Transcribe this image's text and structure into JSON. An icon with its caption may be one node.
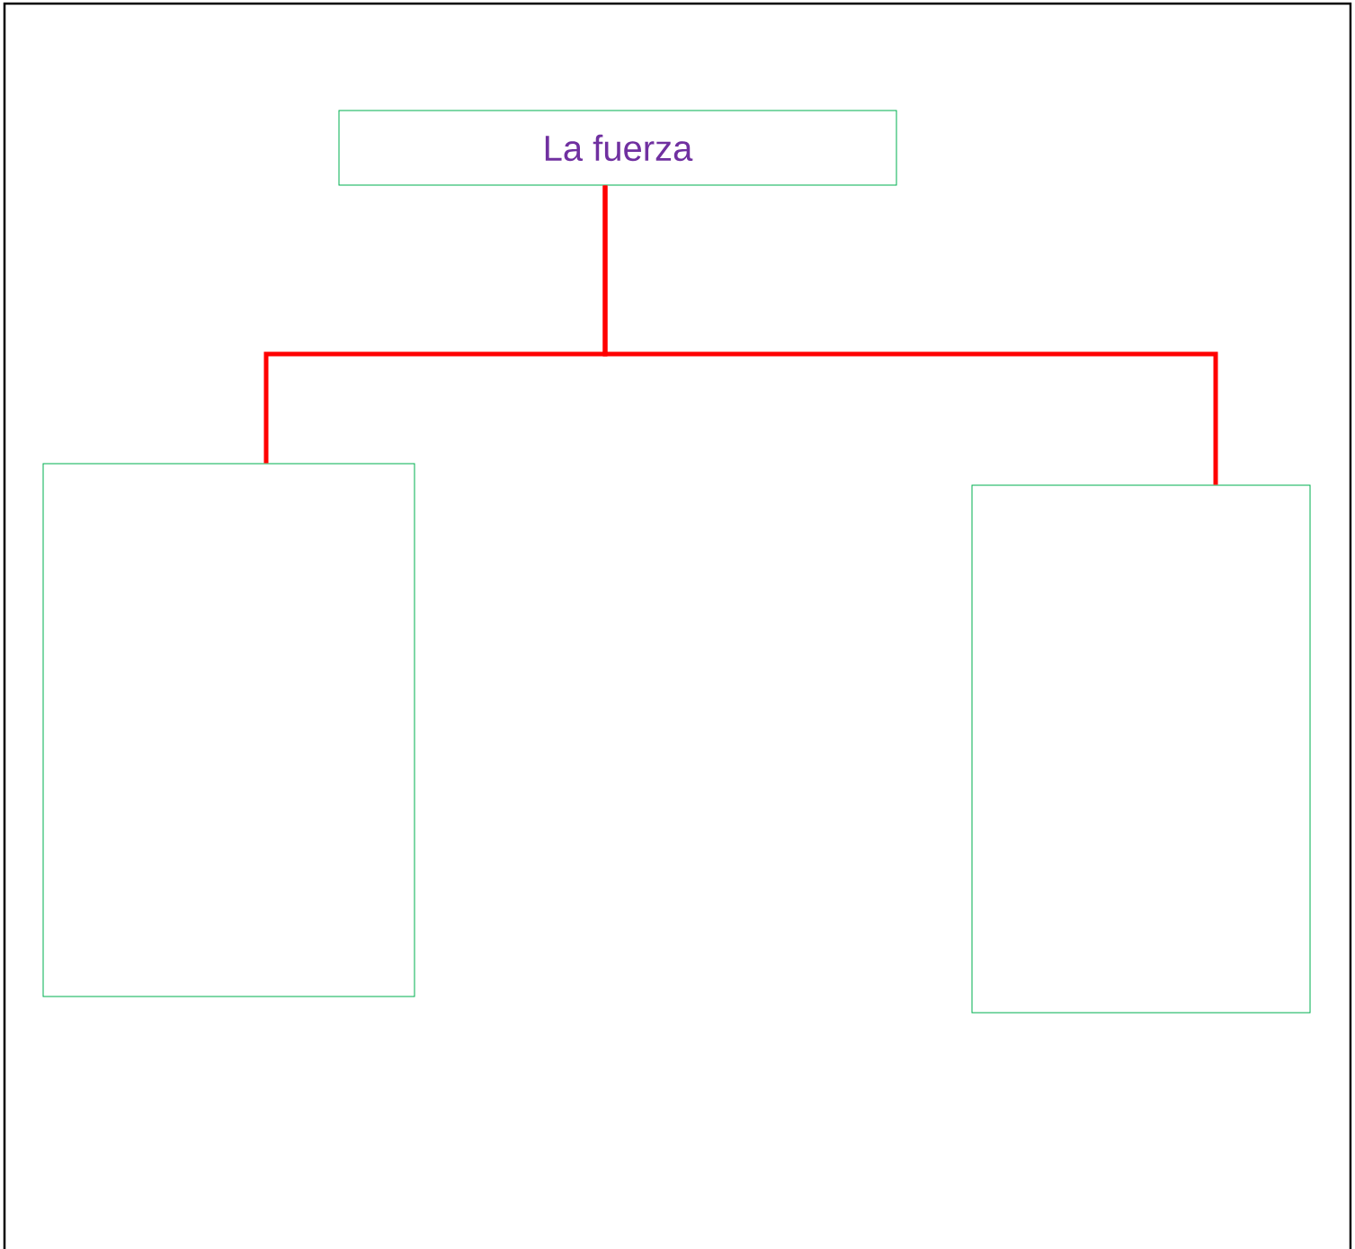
{
  "diagram": {
    "nodes": [
      {
        "text": [
          "La fuerza"
        ]
      },
      {
        "text": [],
        "shape": "box"
      },
      {
        "text": [],
        "shape": "box"
      }
    ],
    "edges": [
      {
        "from": 0,
        "to": 1,
        "arrow": "none"
      },
      {
        "from": 0,
        "to": 2,
        "arrow": "none"
      }
    ]
  }
}
